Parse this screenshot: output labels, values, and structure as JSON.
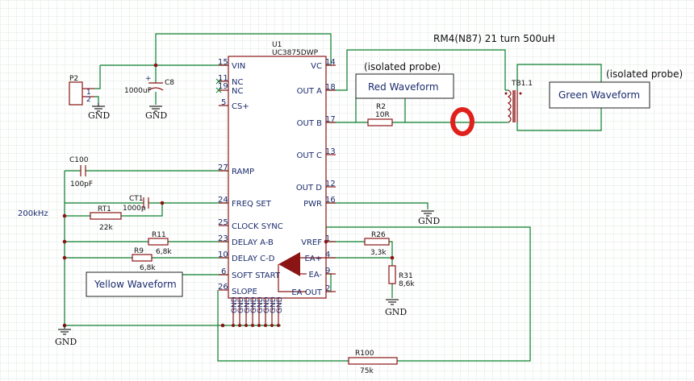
{
  "annotations": {
    "transformer_note": "RM4(N87) 21 turn 500uH",
    "probe_red": "(isolated probe)",
    "probe_green": "(isolated probe)",
    "freq": "200kHz"
  },
  "waveforms": {
    "red": "Red Waveform",
    "green": "Green Waveform",
    "yellow": "Yellow Waveform"
  },
  "colors": {
    "wire": "#0a7f2f",
    "component": "#8b1414",
    "label": "#1a2b6d",
    "red_waveform": "#e0201c",
    "green_waveform": "#1d9a2c",
    "yellow_waveform": "#e8b400",
    "freq_text": "#1f5fa8"
  },
  "ic": {
    "ref": "U1",
    "part": "UC3875DWP",
    "left_pins": [
      {
        "num": "15",
        "name": "VIN"
      },
      {
        "num": "11",
        "name": "NC"
      },
      {
        "num": "19",
        "name": "NC"
      },
      {
        "num": "5",
        "name": "CS+"
      },
      {
        "num": "27",
        "name": "RAMP"
      },
      {
        "num": "24",
        "name": "FREQ SET"
      },
      {
        "num": "25",
        "name": "CLOCK SYNC"
      },
      {
        "num": "23",
        "name": "DELAY A-B"
      },
      {
        "num": "10",
        "name": "DELAY C-D"
      },
      {
        "num": "6",
        "name": "SOFT START"
      },
      {
        "num": "26",
        "name": "SLOPE"
      }
    ],
    "right_pins": [
      {
        "num": "14",
        "name": "VC"
      },
      {
        "num": "18",
        "name": "OUT A"
      },
      {
        "num": "17",
        "name": "OUT B"
      },
      {
        "num": "13",
        "name": "OUT C"
      },
      {
        "num": "12",
        "name": "OUT D"
      },
      {
        "num": "16",
        "name": "PWR"
      },
      {
        "num": "1",
        "name": "VREF"
      },
      {
        "num": "4",
        "name": "EA+"
      },
      {
        "num": "9",
        "name": "EA-"
      },
      {
        "num": "2",
        "name": "EA OUT"
      }
    ],
    "gnd_label": "GND"
  },
  "components": {
    "p2": {
      "ref": "P2",
      "pin1": "1",
      "pin2": "2"
    },
    "c8": {
      "ref": "C8",
      "value": "1000uF",
      "plus": "+"
    },
    "c100": {
      "ref": "C100",
      "value": "100pF"
    },
    "ct1": {
      "ref": "CT1",
      "value": "1000p"
    },
    "rt1": {
      "ref": "RT1",
      "value": "22k"
    },
    "r11": {
      "ref": "R11",
      "value": "6,8k"
    },
    "r9": {
      "ref": "R9",
      "value": "6,8k"
    },
    "r2": {
      "ref": "R2",
      "value": "10R"
    },
    "r26": {
      "ref": "R26",
      "value": "3,3k"
    },
    "r31": {
      "ref": "R31",
      "value": "8,6k"
    },
    "r100": {
      "ref": "R100",
      "value": "75k"
    },
    "tb": {
      "ref": "TB1.1"
    }
  },
  "gnd": "GND"
}
